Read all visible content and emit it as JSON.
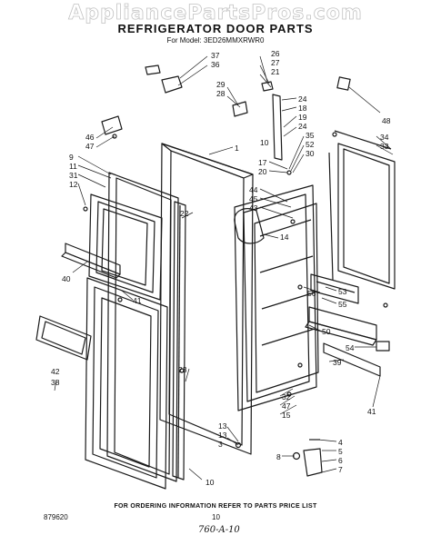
{
  "watermark": "AppliancePartsPros.com",
  "title": "REFRIGERATOR DOOR PARTS",
  "model_line": "For Model: 3ED26MMXRWR0",
  "footer": "FOR ORDERING INFORMATION REFER TO PARTS PRICE LIST",
  "doc_number": "879620",
  "page_number": "10",
  "handwritten_note": "760-A-10",
  "callouts": [
    "37",
    "36",
    "29",
    "28",
    "26",
    "27",
    "21",
    "24",
    "18",
    "19",
    "24",
    "35",
    "52",
    "30",
    "48",
    "34",
    "33",
    "1",
    "46",
    "47",
    "9",
    "11",
    "31",
    "12",
    "17",
    "20",
    "44",
    "45",
    "43",
    "22",
    "14",
    "40",
    "41",
    "56",
    "53",
    "55",
    "50",
    "54",
    "42",
    "38",
    "39",
    "13",
    "23",
    "32",
    "47",
    "15",
    "41",
    "4",
    "5",
    "6",
    "7",
    "8",
    "13",
    "3",
    "10",
    "10"
  ]
}
